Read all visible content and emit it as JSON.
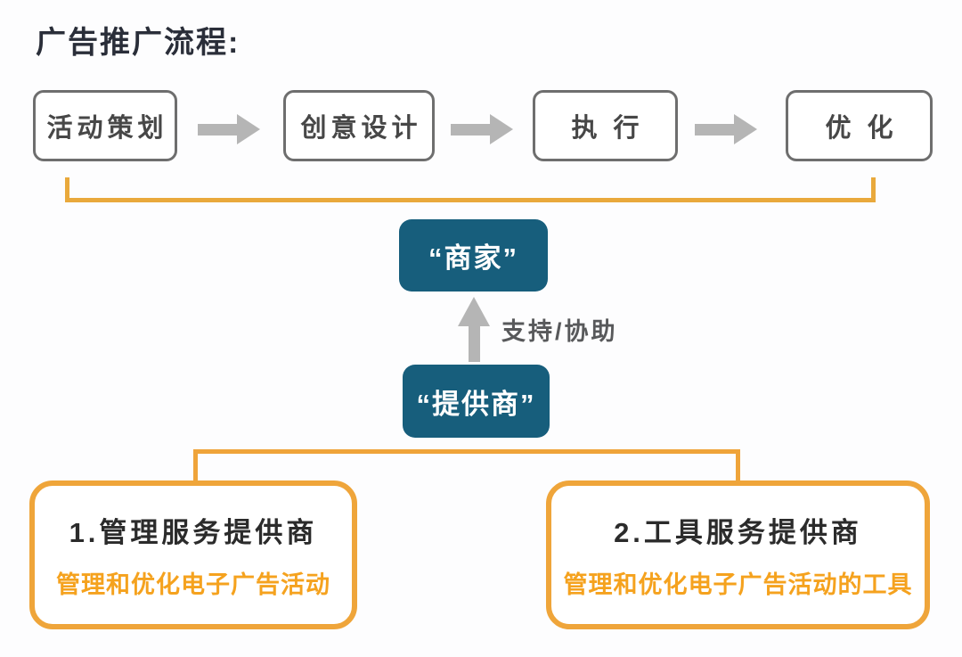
{
  "title": "广告推广流程:",
  "flow": {
    "steps": [
      {
        "label": "活动策划"
      },
      {
        "label": "创意设计"
      },
      {
        "label": "执 行"
      },
      {
        "label": "优 化"
      }
    ]
  },
  "merchant": {
    "label": "“商家”"
  },
  "provider": {
    "label": "“提供商”"
  },
  "support_label": "支持/协助",
  "providers": [
    {
      "title": "1.管理服务提供商",
      "desc": "管理和优化电子广告活动"
    },
    {
      "title": "2.工具服务提供商",
      "desc": "管理和优化电子广告活动的工具"
    }
  ],
  "colors": {
    "teal_box": "#175e7c",
    "accent_yellow": "#e9a93c",
    "card_border_orange": "#efa53a",
    "orange_text": "#f5a21e",
    "arrow_gray": "#b5b5b5",
    "step_border_gray": "#6e6e6e",
    "title_text": "#2a2e39"
  }
}
